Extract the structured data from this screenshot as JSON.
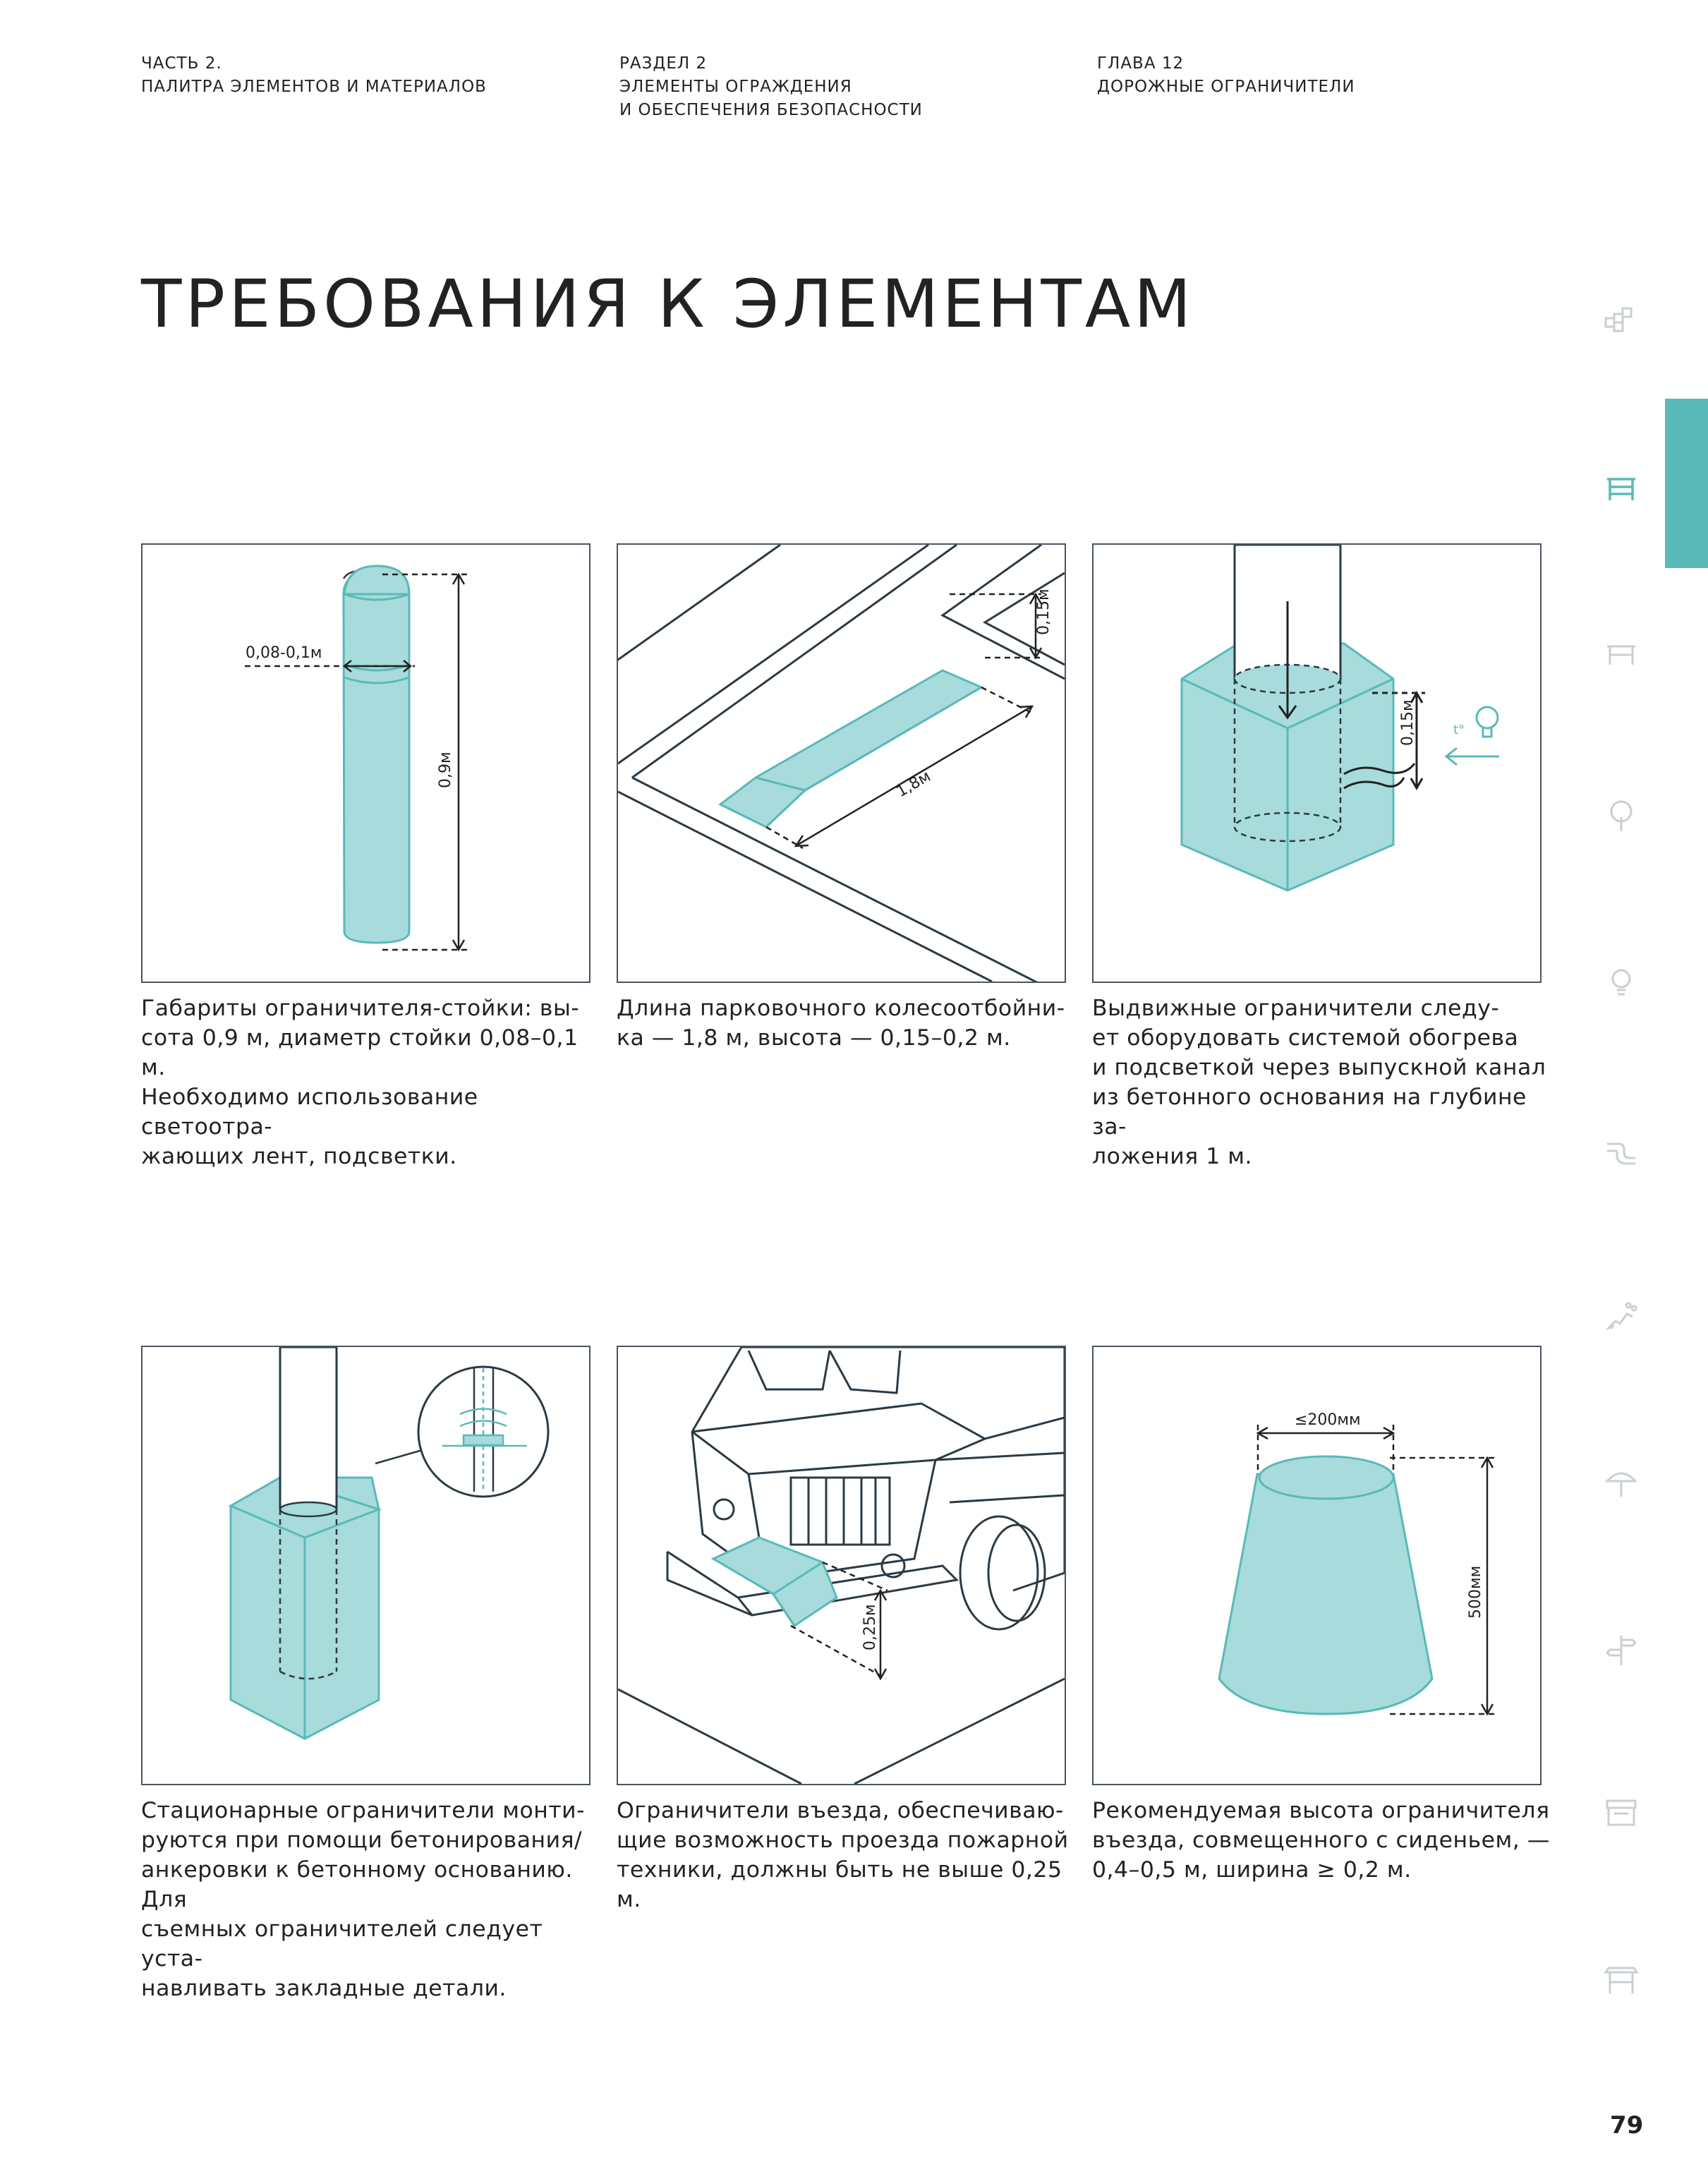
{
  "header": {
    "col1": [
      "ЧАСТЬ 2.",
      "ПАЛИТРА ЭЛЕМЕНТОВ И МАТЕРИАЛОВ"
    ],
    "col2": [
      "РАЗДЕЛ 2",
      "ЭЛЕМЕНТЫ ОГРАЖДЕНИЯ",
      "И ОБЕСПЕЧЕНИЯ БЕЗОПАСНОСТИ"
    ],
    "col3": [
      "ГЛАВА 12",
      "ДОРОЖНЫЕ ОГРАНИЧИТЕЛИ"
    ]
  },
  "title": "ТРЕБОВАНИЯ К ЭЛЕМЕНТАМ",
  "accent_color": "#5ab9b9",
  "fill_color": "#a8dbdb",
  "panels": [
    {
      "caption": "Габариты ограничителя-стойки: вы-\nсота 0,9 м, диаметр стойки 0,08–0,1 м.\nНеобходимо использование светоотра-\nжающих лент, подсветки.",
      "labels": [
        "0,08-0,1м",
        "0,9м"
      ]
    },
    {
      "caption": "Длина парковочного колесоотбойни-\nка — 1,8 м, высота — 0,15–0,2 м.",
      "labels": [
        "0,15м",
        "1,8м"
      ]
    },
    {
      "caption": "Выдвижные ограничители следу-\nет оборудовать системой обогрева\nи подсветкой через выпускной канал\nиз бетонного основания на глубине за-\nложения 1 м.",
      "labels": [
        "0,15м",
        "t°"
      ]
    },
    {
      "caption": "Стационарные ограничители монти-\nруются при помощи бетонирования/\nанкеровки к бетонному основанию. Для\nсъемных ограничителей следует уста-\nнавливать закладные детали.",
      "labels": []
    },
    {
      "caption": "Ограничители въезда, обеспечиваю-\nщие возможность проезда пожарной\nтехники, должны быть не выше 0,25 м.",
      "labels": [
        "0,25м"
      ]
    },
    {
      "caption": "Рекомендуемая высота ограничителя\nвъезда, совмещенного с сиденьем, —\n0,4–0,5 м, ширина ≥ 0,2 м.",
      "labels": [
        "≤200мм",
        "500мм"
      ]
    }
  ],
  "side_icons": [
    "blocks-icon",
    "fence-icon",
    "bench-icon",
    "tree-icon",
    "lamp-icon",
    "pipe-icon",
    "plants-icon",
    "umbrella-icon",
    "signpost-icon",
    "kiosk-icon",
    "shelter-icon"
  ],
  "page_number": "79"
}
